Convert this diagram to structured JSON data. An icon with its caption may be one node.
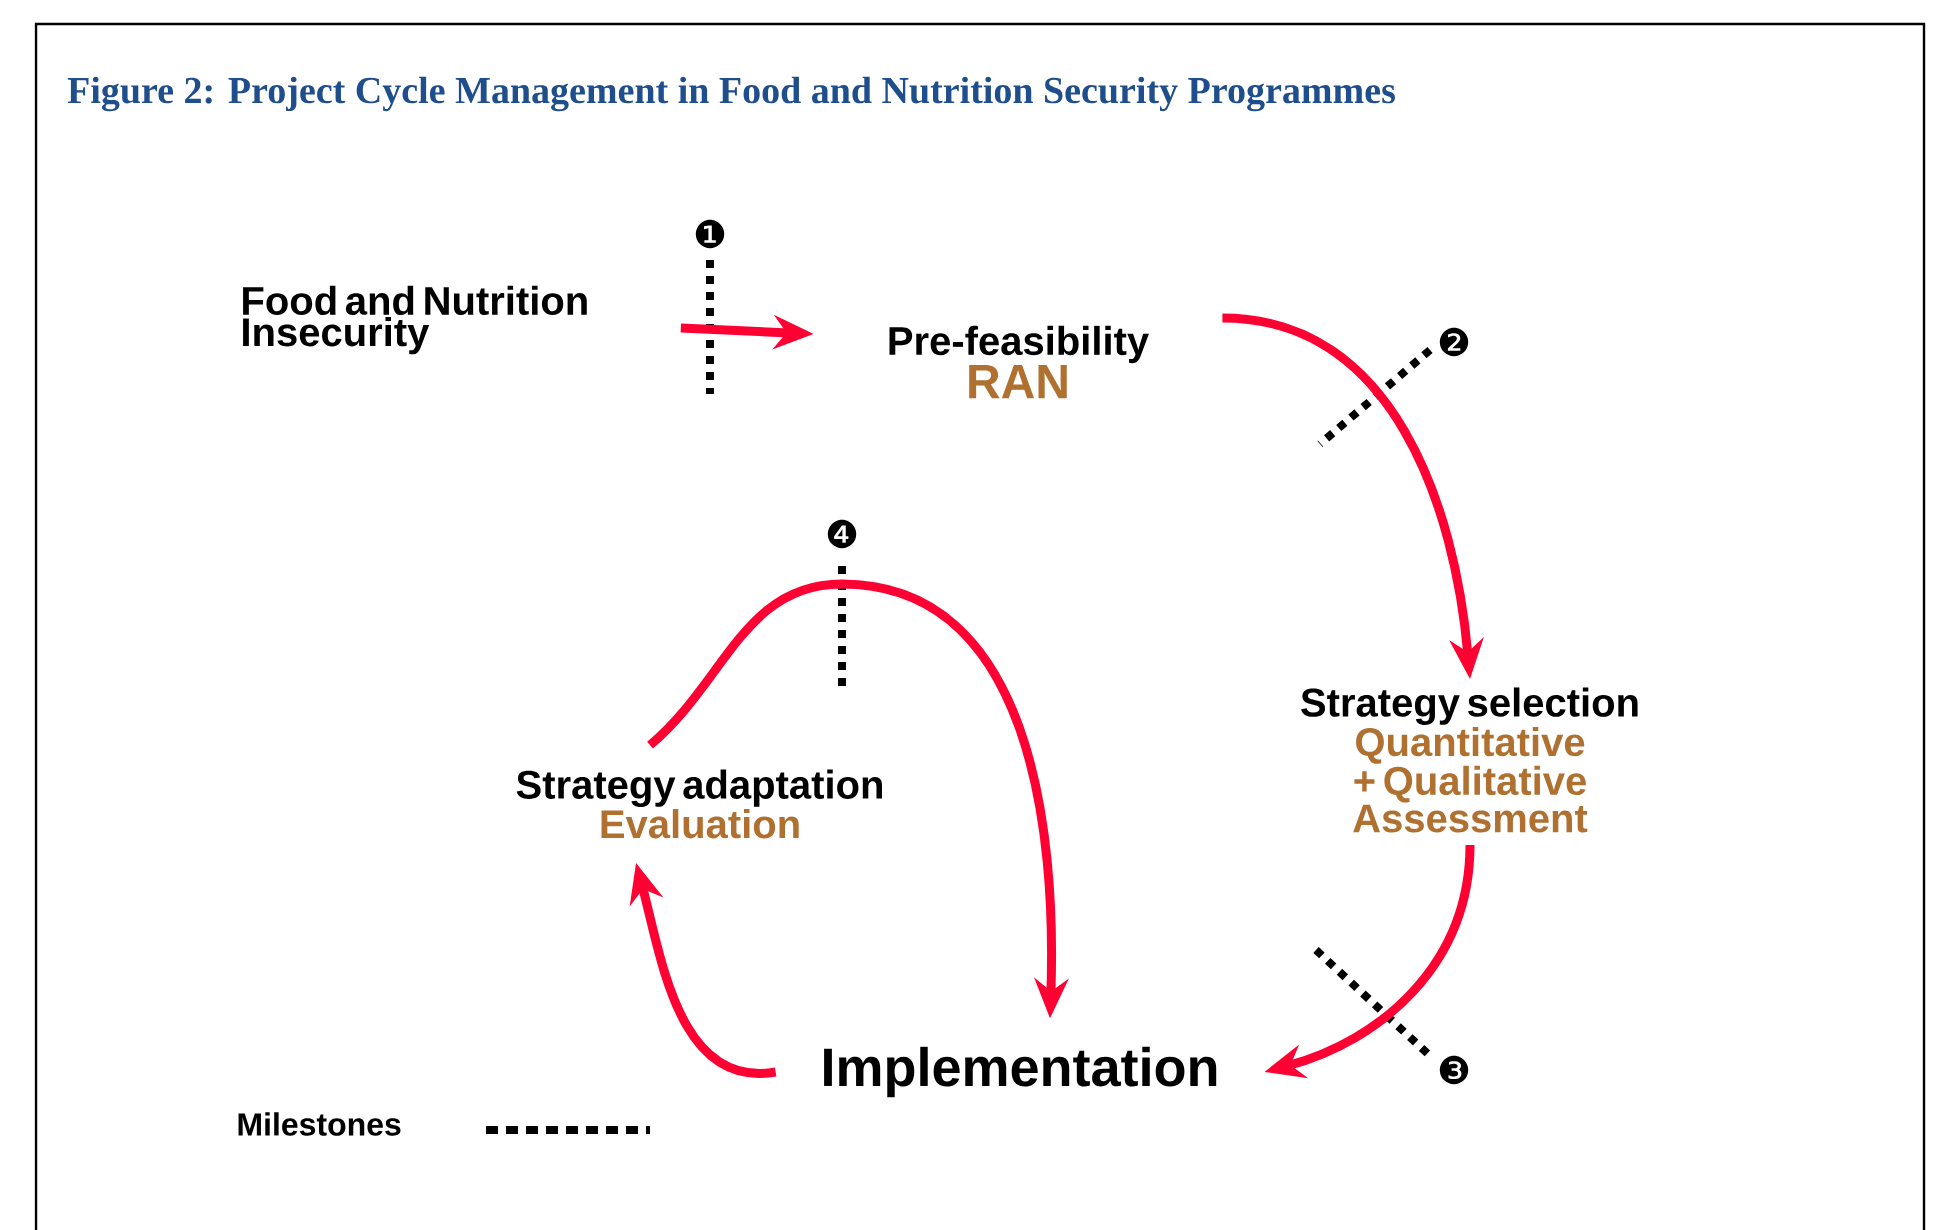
{
  "diagram": {
    "title": "Figure 2: Project Cycle Management in Food and Nutrition Security Programmes",
    "nodes": [
      {
        "text": [
          "Food and Nutrition Insecurity"
        ]
      },
      {
        "text": [
          "Pre-feasibility",
          "RAN"
        ]
      },
      {
        "text": [
          "Strategy selection",
          "Quantitative + Qualitative Assessment"
        ]
      },
      {
        "text": [
          "Implementation"
        ]
      },
      {
        "text": [
          "Strategy adaptation",
          "Evaluation"
        ]
      }
    ],
    "edges": [
      {
        "from": 0,
        "to": 1,
        "arrow": "to"
      },
      {
        "from": 1,
        "to": 2,
        "arrow": "to"
      },
      {
        "from": 2,
        "to": 3,
        "arrow": "to"
      },
      {
        "from": 3,
        "to": 4,
        "arrow": "to"
      },
      {
        "from": 4,
        "to": 3,
        "arrow": "to"
      }
    ],
    "labels": [
      "❶",
      "❷",
      "❹",
      "❸"
    ],
    "legend": [
      {
        "text": "Milestones"
      }
    ]
  }
}
